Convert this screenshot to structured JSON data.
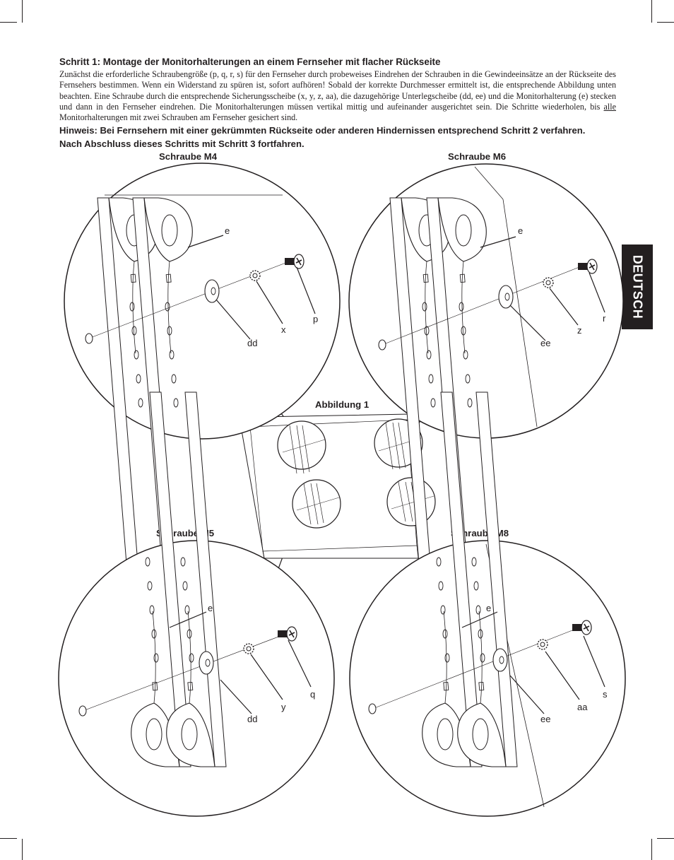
{
  "step": {
    "heading": "Schritt 1: Montage der Monitorhalterungen an einem Fernseher mit flacher Rückseite",
    "body_part1": "Zunächst die erforderliche Schraubengröße (p, q, r, s) für den Fernseher durch probeweises Eindrehen der Schrauben in die Gewindeeinsätze an der Rückseite des Fernsehers bestimmen. Wenn ein Widerstand zu spüren ist, sofort aufhören! Sobald der korrekte Durchmesser ermittelt ist, die entsprechende Abbildung unten beachten. Eine Schraube durch die entsprechende Sicherungsscheibe (x, y, z, aa), die dazugehörige Unterlegscheibe (dd, ee) und die Monitorhalterung (e) stecken und dann in den Fernseher eindrehen. Die Monitorhalterungen müssen vertikal mittig und aufeinander ausgerichtet sein. Die Schritte wiederholen, bis ",
    "body_underlined": "alle",
    "body_part2": " Monitorhalterungen mit zwei Schrauben am Fernseher gesichert sind.",
    "note_line1": "Hinweis: Bei Fernsehern mit einer gekrümmten Rückseite oder anderen Hindernissen entsprechend Schritt 2 verfahren.",
    "note_line2": "Nach Abschluss dieses Schritts mit Schritt 3 fortfahren."
  },
  "side_tab": "DEUTSCH",
  "figure": {
    "title": "Abbildung 1",
    "panels": [
      {
        "title": "Schraube M4",
        "bracket": "e",
        "washer": "dd",
        "lock_washer": "x",
        "screw": "p"
      },
      {
        "title": "Schraube M6",
        "bracket": "e",
        "washer": "ee",
        "lock_washer": "z",
        "screw": "r"
      },
      {
        "title": "Schraube M5",
        "bracket": "e",
        "washer": "dd",
        "lock_washer": "y",
        "screw": "q"
      },
      {
        "title": "Schraube M8",
        "bracket": "e",
        "washer": "ee",
        "lock_washer": "aa",
        "screw": "s"
      }
    ]
  }
}
